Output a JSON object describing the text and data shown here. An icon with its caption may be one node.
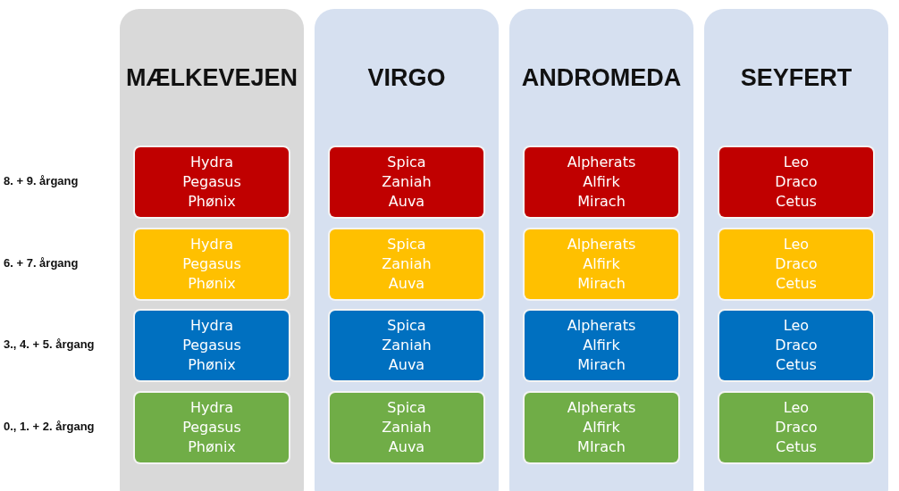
{
  "diagram": {
    "nodes": [
      {
        "text": [
          "MÆLKEVEJEN"
        ]
      },
      {
        "text": [
          "Hydra",
          "Pegasus",
          "Phønix"
        ],
        "in": 0
      },
      {
        "text": [
          "Hydra",
          "Pegasus",
          "Phønix"
        ],
        "in": 0
      },
      {
        "text": [
          "Hydra",
          "Pegasus",
          "Phønix"
        ],
        "in": 0
      },
      {
        "text": [
          "Hydra",
          "Pegasus",
          "Phønix"
        ],
        "in": 0
      },
      {
        "text": [
          "VIRGO"
        ]
      },
      {
        "text": [
          "Spica",
          "Zaniah",
          "Auva"
        ],
        "in": 5
      },
      {
        "text": [
          "Spica",
          "Zaniah",
          "Auva"
        ],
        "in": 5
      },
      {
        "text": [
          "Spica",
          "Zaniah",
          "Auva"
        ],
        "in": 5
      },
      {
        "text": [
          "Spica",
          "Zaniah",
          "Auva"
        ],
        "in": 5
      },
      {
        "text": [
          "ANDROMEDA"
        ]
      },
      {
        "text": [
          "Alpherats",
          "Alfirk",
          "Mirach"
        ],
        "in": 10
      },
      {
        "text": [
          "Alpherats",
          "Alfirk",
          "Mirach"
        ],
        "in": 10
      },
      {
        "text": [
          "Alpherats",
          "Alfirk",
          "Mirach"
        ],
        "in": 10
      },
      {
        "text": [
          "Alpherats",
          "Alfirk",
          "MIrach"
        ],
        "in": 10
      },
      {
        "text": [
          "SEYFERT"
        ]
      },
      {
        "text": [
          "Leo",
          "Draco",
          "Cetus"
        ],
        "in": 15
      },
      {
        "text": [
          "Leo",
          "Draco",
          "Cetus"
        ],
        "in": 15
      },
      {
        "text": [
          "Leo",
          "Draco",
          "Cetus"
        ],
        "in": 15
      },
      {
        "text": [
          "Leo",
          "Draco",
          "Cetus"
        ],
        "in": 15
      }
    ],
    "labels": [
      "8. + 9. årgang",
      "6. + 7. årgang",
      "3., 4. + 5. årgang",
      "0., 1. + 2. årgang"
    ]
  }
}
